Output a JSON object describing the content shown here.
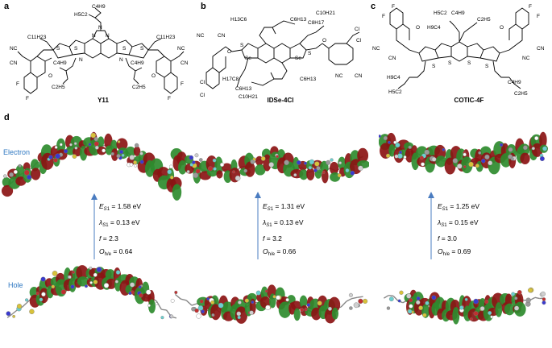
{
  "panels": {
    "a": "a",
    "b": "b",
    "c": "c",
    "d": "d"
  },
  "molecules": [
    {
      "name": "Y11",
      "labels": [
        "H5C2",
        "C4H9",
        "C11H23",
        "C11H23",
        "C2H5",
        "C4H9",
        "C4H9",
        "C2H5",
        "NC",
        "CN",
        "NC",
        "CN",
        "O",
        "O",
        "F",
        "F",
        "F",
        "F",
        "N",
        "N",
        "N",
        "S",
        "S",
        "S",
        "S",
        "N",
        "N"
      ]
    },
    {
      "name": "IDSe-4Cl",
      "labels": [
        "H13C6",
        "C6H13",
        "C10H21",
        "C8H17",
        "C6H13",
        "C6H13",
        "H17C8",
        "C10H21",
        "Se",
        "Se",
        "NC",
        "CN",
        "NC",
        "CN",
        "O",
        "O",
        "Cl",
        "Cl",
        "Cl",
        "Cl",
        "S",
        "S"
      ]
    },
    {
      "name": "COTIC-4F",
      "labels": [
        "H5C2",
        "C4H9",
        "H9C4",
        "C2H5",
        "H9C4",
        "C4H9",
        "H5C2",
        "C2H5",
        "NC",
        "CN",
        "NC",
        "CN",
        "O",
        "O",
        "F",
        "F",
        "F",
        "F",
        "S",
        "S",
        "S",
        "S"
      ]
    }
  ],
  "rows": {
    "electron": "Electron",
    "hole": "Hole"
  },
  "excitation": [
    {
      "es1": "= 1.58 eV",
      "lambda": "= 0.13 eV",
      "f": "= 2.3",
      "o": "= 0.64"
    },
    {
      "es1": "= 1.31 eV",
      "lambda": "= 0.13 eV",
      "f": "= 3.2",
      "o": "= 0.66"
    },
    {
      "es1": "= 1.25 eV",
      "lambda": "= 0.15 eV",
      "f": "= 3.0",
      "o": "= 0.69"
    }
  ],
  "symbols": {
    "E": "E",
    "S1": "S",
    "one": "1",
    "lambda": "λ",
    "f": "f",
    "O": "O",
    "he": "h/e"
  },
  "colors": {
    "lobe_red": "#8b1414",
    "lobe_green": "#2e8b2e",
    "arrow": "#4a7cc0",
    "label_blue": "#2f78c2"
  }
}
